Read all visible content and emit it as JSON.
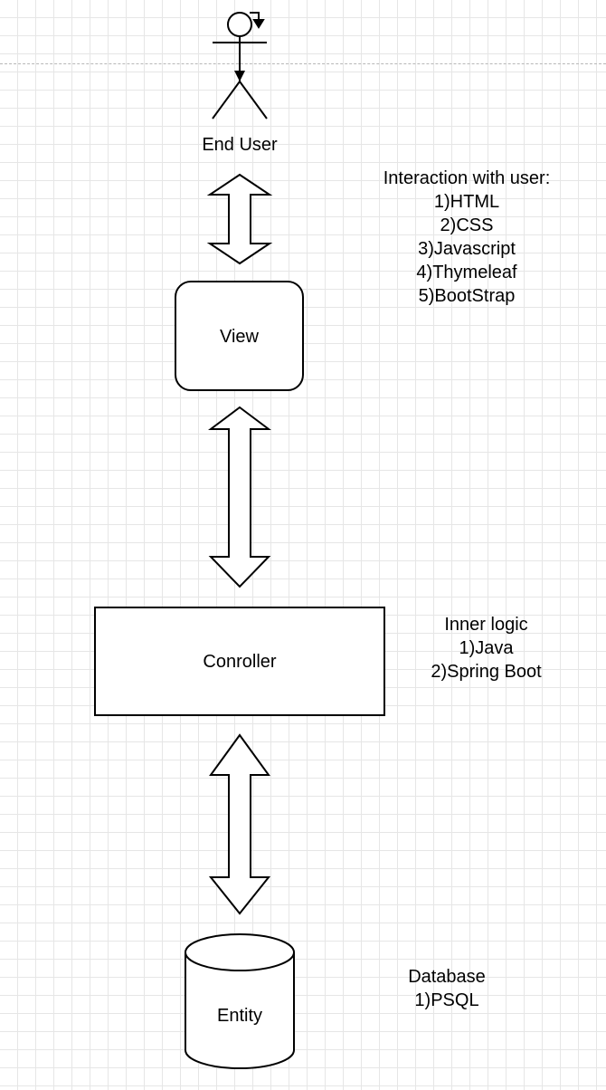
{
  "actor": {
    "label": "End User"
  },
  "nodes": {
    "view": {
      "label": "View"
    },
    "controller": {
      "label": "Conroller"
    },
    "entity": {
      "label": "Entity"
    }
  },
  "notes": {
    "view": {
      "title": "Interaction with user:",
      "items": [
        "1)HTML",
        "2)CSS",
        "3)Javascript",
        "4)Thymeleaf",
        "5)BootStrap"
      ]
    },
    "controller": {
      "title": "Inner logic",
      "items": [
        "1)Java",
        "2)Spring Boot"
      ]
    },
    "entity": {
      "title": "Database",
      "items": [
        "1)PSQL"
      ]
    }
  },
  "connections": [
    {
      "from": "End User",
      "to": "View",
      "style": "double-arrow"
    },
    {
      "from": "View",
      "to": "Conroller",
      "style": "double-arrow"
    },
    {
      "from": "Conroller",
      "to": "Entity",
      "style": "double-arrow"
    }
  ],
  "colors": {
    "stroke": "#000000",
    "fill": "#ffffff",
    "grid": "#e6e6e6"
  }
}
